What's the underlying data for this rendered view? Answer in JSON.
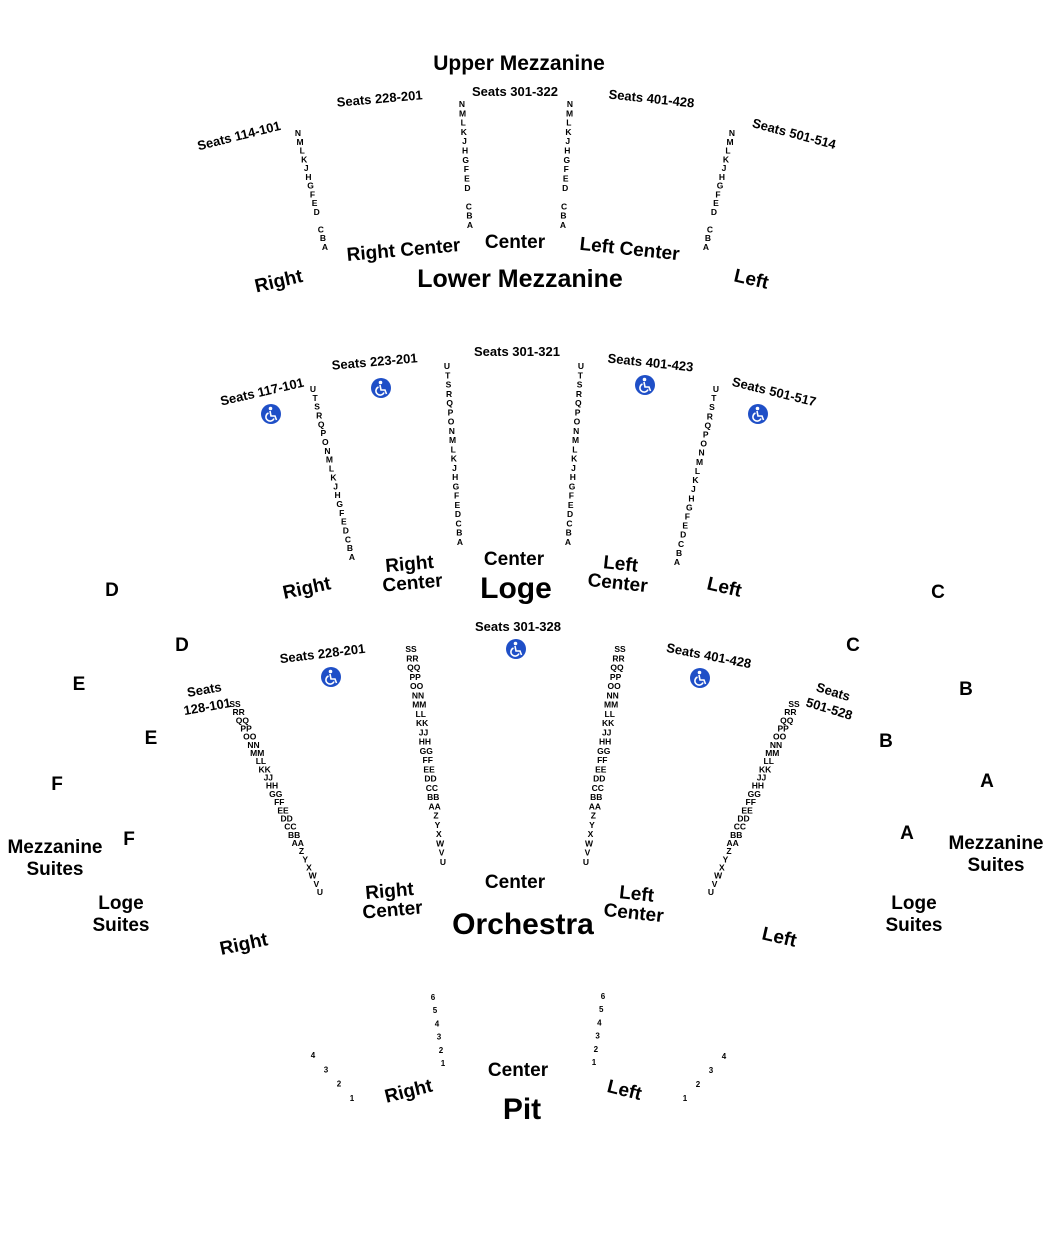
{
  "upper_mezzanine": {
    "title": "Upper Mezzanine",
    "lower_title": "Lower Mezzanine",
    "seats": [
      "Seats 114-101",
      "Seats 228-201",
      "Seats 301-322",
      "Seats 401-428",
      "Seats 501-514"
    ],
    "sections": [
      "Right",
      "Right Center",
      "Center",
      "Left Center",
      "Left"
    ],
    "rows": [
      "N",
      "M",
      "L",
      "K",
      "J",
      "H",
      "G",
      "F",
      "E",
      "D",
      "",
      "C",
      "B",
      "A"
    ]
  },
  "loge": {
    "title": "Loge",
    "seats": [
      "Seats 117-101",
      "Seats 223-201",
      "Seats 301-321",
      "Seats 401-423",
      "Seats 501-517"
    ],
    "sections": [
      "Right",
      "Right",
      "Center",
      "Center",
      "Left",
      "Center",
      "Left"
    ],
    "rows": [
      "U",
      "T",
      "S",
      "R",
      "Q",
      "P",
      "O",
      "N",
      "M",
      "L",
      "K",
      "J",
      "H",
      "G",
      "F",
      "E",
      "D",
      "C",
      "B",
      "A"
    ]
  },
  "orchestra": {
    "title": "Orchestra",
    "seats": [
      "Seats",
      "128-101",
      "Seats 228-201",
      "Seats 301-328",
      "Seats 401-428",
      "Seats",
      "501-528"
    ],
    "sections": [
      "Right",
      "Right",
      "Center",
      "Center",
      "Left",
      "Center",
      "Left"
    ],
    "rows": [
      "SS",
      "RR",
      "QQ",
      "PP",
      "OO",
      "NN",
      "MM",
      "LL",
      "KK",
      "JJ",
      "HH",
      "GG",
      "FF",
      "EE",
      "DD",
      "CC",
      "BB",
      "AA",
      "Z",
      "Y",
      "X",
      "W",
      "V",
      "U"
    ]
  },
  "suites": {
    "left_letters": [
      "D",
      "D",
      "E",
      "E",
      "F",
      "F"
    ],
    "right_letters": [
      "C",
      "C",
      "B",
      "B",
      "A",
      "A"
    ],
    "mezzanine": [
      "Mezzanine",
      "Suites"
    ],
    "loge": [
      "Loge",
      "Suites"
    ]
  },
  "pit": {
    "title": "Pit",
    "sections": [
      "Right",
      "Center",
      "Left"
    ],
    "center_rows": [
      "6",
      "5",
      "4",
      "3",
      "2",
      "1"
    ],
    "side_rows": [
      "4",
      "3",
      "2",
      "1"
    ]
  },
  "colors": {
    "wheelchair": "#1f4fc7",
    "text": "#000000",
    "background": "#ffffff"
  },
  "icons": {
    "accessible": "wheelchair-icon"
  }
}
